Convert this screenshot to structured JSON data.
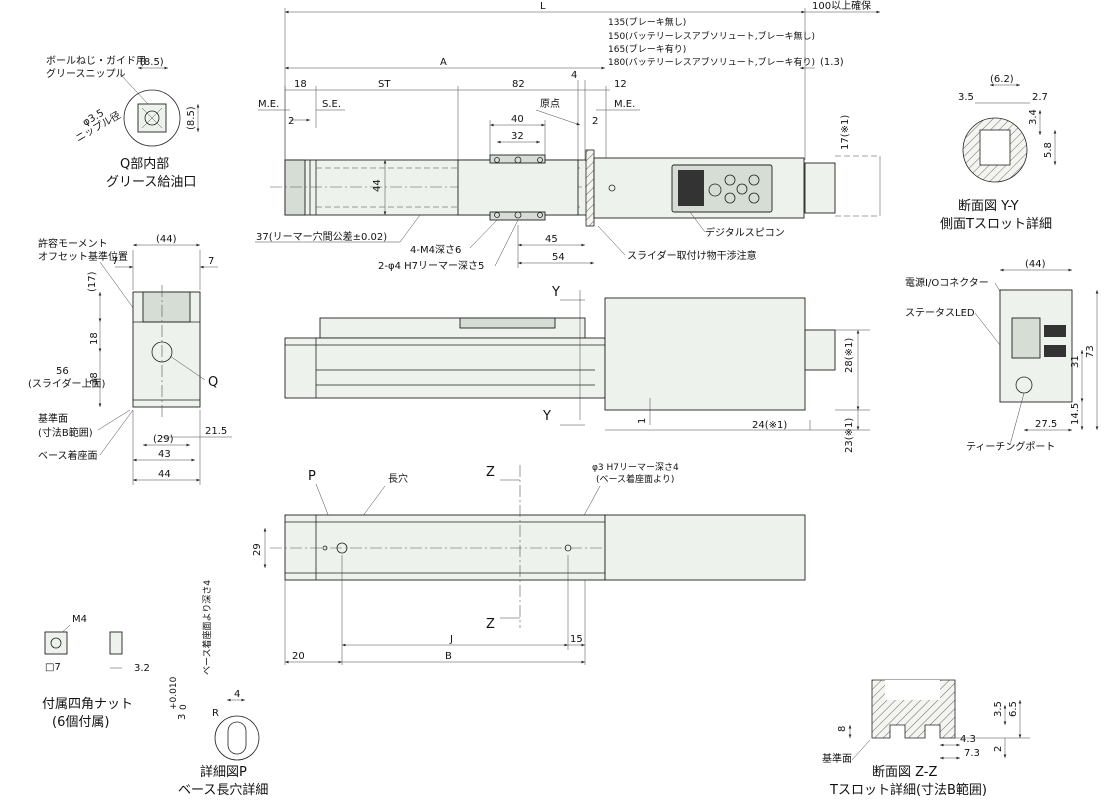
{
  "top_view": {
    "L": "L",
    "A": "A",
    "over100": "100以上確保",
    "motor_notes": [
      "135(ブレーキ無し)",
      "150(バッテリーレスアブソリュート,ブレーキ無し)",
      "165(ブレーキ有り)",
      "180(バッテリーレスアブソリュート,ブレーキ有り)"
    ],
    "d_1_3": "(1.3)",
    "d18": "18",
    "dST": "ST",
    "d82": "82",
    "d4": "4",
    "d12": "12",
    "me_left": "M.E.",
    "se": "S.E.",
    "origin": "原点",
    "me_right": "M.E.",
    "d2_left": "2",
    "d2_right": "2",
    "d40": "40",
    "d32": "32",
    "d44": "44",
    "d17": "17(※1)",
    "reamer37": "37(リーマー穴間公差±0.02)",
    "m4": "4-M4深さ6",
    "phi4": "2-φ4 H7リーマー深さ5",
    "d45": "45",
    "d54": "54",
    "digital": "デジタルスピコン",
    "slider_note": "スライダー取付け物干渉注意"
  },
  "detail_q": {
    "grease_nipple_1": "ボールねじ・ガイド用",
    "grease_nipple_2": "グリースニップル",
    "d8_5_top": "(8.5)",
    "d8_5_side": "(8.5)",
    "phi3_5": "φ3.5",
    "nipple_dia": "ニップル径",
    "caption1": "Q部内部",
    "caption2": "グリース給油口"
  },
  "end_view": {
    "moment1": "許容モーメント",
    "moment2": "オフセット基準位置",
    "d44": "(44)",
    "d7l": "7",
    "d7r": "7",
    "d17": "(17)",
    "d18": "18",
    "d38": "38",
    "d56": "56",
    "d56note": "(スライダー上面)",
    "Q": "Q",
    "ref1": "基準面",
    "ref2": "(寸法B範囲)",
    "base": "ベース着座面",
    "d29": "(29)",
    "d43": "43",
    "d44b": "44",
    "d21_5": "21.5"
  },
  "side_view": {
    "Y1": "Y",
    "Y2": "Y",
    "d28": "28(※1)",
    "d23": "23(※1)",
    "d24": "24(※1)",
    "d1": "1"
  },
  "section_yy": {
    "d6_2": "(6.2)",
    "d3_5": "3.5",
    "d2_7": "2.7",
    "d3_4": "3.4",
    "d5_8": "5.8",
    "title1": "断面図 Y-Y",
    "title2": "側面Tスロット詳細"
  },
  "controller": {
    "power": "電源I/Oコネクター",
    "led": "ステータスLED",
    "d44": "(44)",
    "d31": "31",
    "d73": "73",
    "d27_5": "27.5",
    "d14_5": "14.5",
    "teach": "ティーチングポート"
  },
  "bottom_view": {
    "P": "P",
    "slot": "長穴",
    "Z1": "Z",
    "Z2": "Z",
    "reamer1": "φ3 H7リーマー深さ4",
    "reamer2": "(ベース着座面より)",
    "d29": "29",
    "J": "J",
    "d15": "15",
    "d20": "20",
    "B": "B"
  },
  "nut": {
    "m4": "M4",
    "sq7": "□7",
    "d3_2": "3.2",
    "caption1": "付属四角ナット",
    "caption2": "(6個付属)"
  },
  "detail_p": {
    "tol": "3",
    "tol_hi": "+0.010",
    "tol_lo": "0",
    "depth": "ベース着座面より深さ4",
    "d4": "4",
    "R": "R",
    "caption1": "詳細図P",
    "caption2": "ベース長穴詳細"
  },
  "section_zz": {
    "d8": "8",
    "d3_5": "3.5",
    "d6_5": "6.5",
    "d4_3": "4.3",
    "d7_3": "7.3",
    "d2": "2",
    "ref": "基準面",
    "title1": "断面図 Z-Z",
    "title2": "Tスロット詳細(寸法B範囲)"
  },
  "colors": {
    "body_fill": "#eef2ec",
    "body_shade": "#d6ddd5",
    "line": "#222222"
  }
}
